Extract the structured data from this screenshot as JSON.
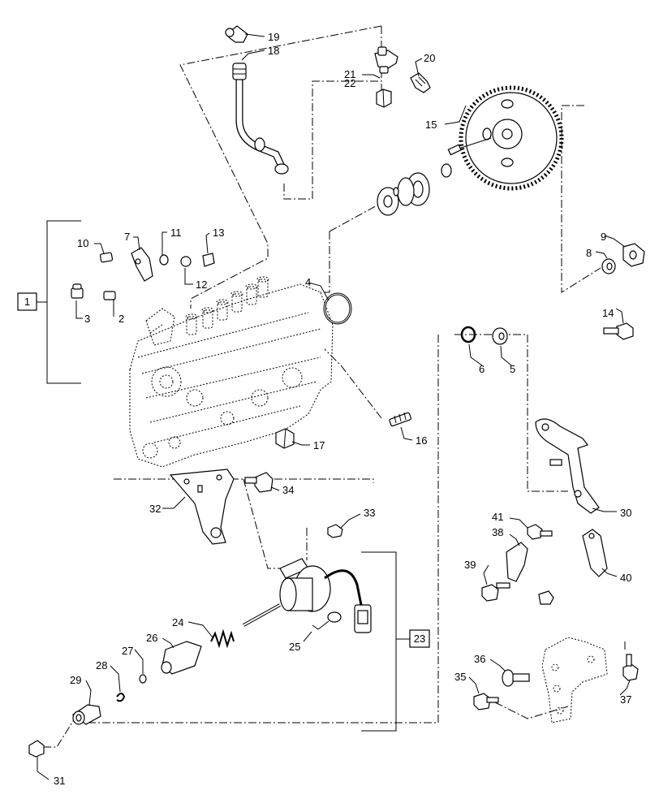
{
  "callouts": {
    "c1": "1",
    "c2": "2",
    "c3": "3",
    "c4": "4",
    "c5": "5",
    "c6": "6",
    "c7": "7",
    "c8": "8",
    "c9": "9",
    "c10": "10",
    "c11": "11",
    "c12": "12",
    "c13": "13",
    "c14": "14",
    "c15": "15",
    "c16": "16",
    "c17": "17",
    "c18": "18",
    "c19": "19",
    "c20": "20",
    "c21": "21",
    "c22": "22",
    "c23": "23",
    "c24": "24",
    "c25": "25",
    "c26": "26",
    "c27": "27",
    "c28": "28",
    "c29": "29",
    "c30": "30",
    "c31": "31",
    "c32": "32",
    "c33": "33",
    "c34": "34",
    "c35": "35",
    "c36": "36",
    "c37": "37",
    "c38": "38",
    "c39": "39",
    "c40": "40",
    "c41": "41"
  }
}
